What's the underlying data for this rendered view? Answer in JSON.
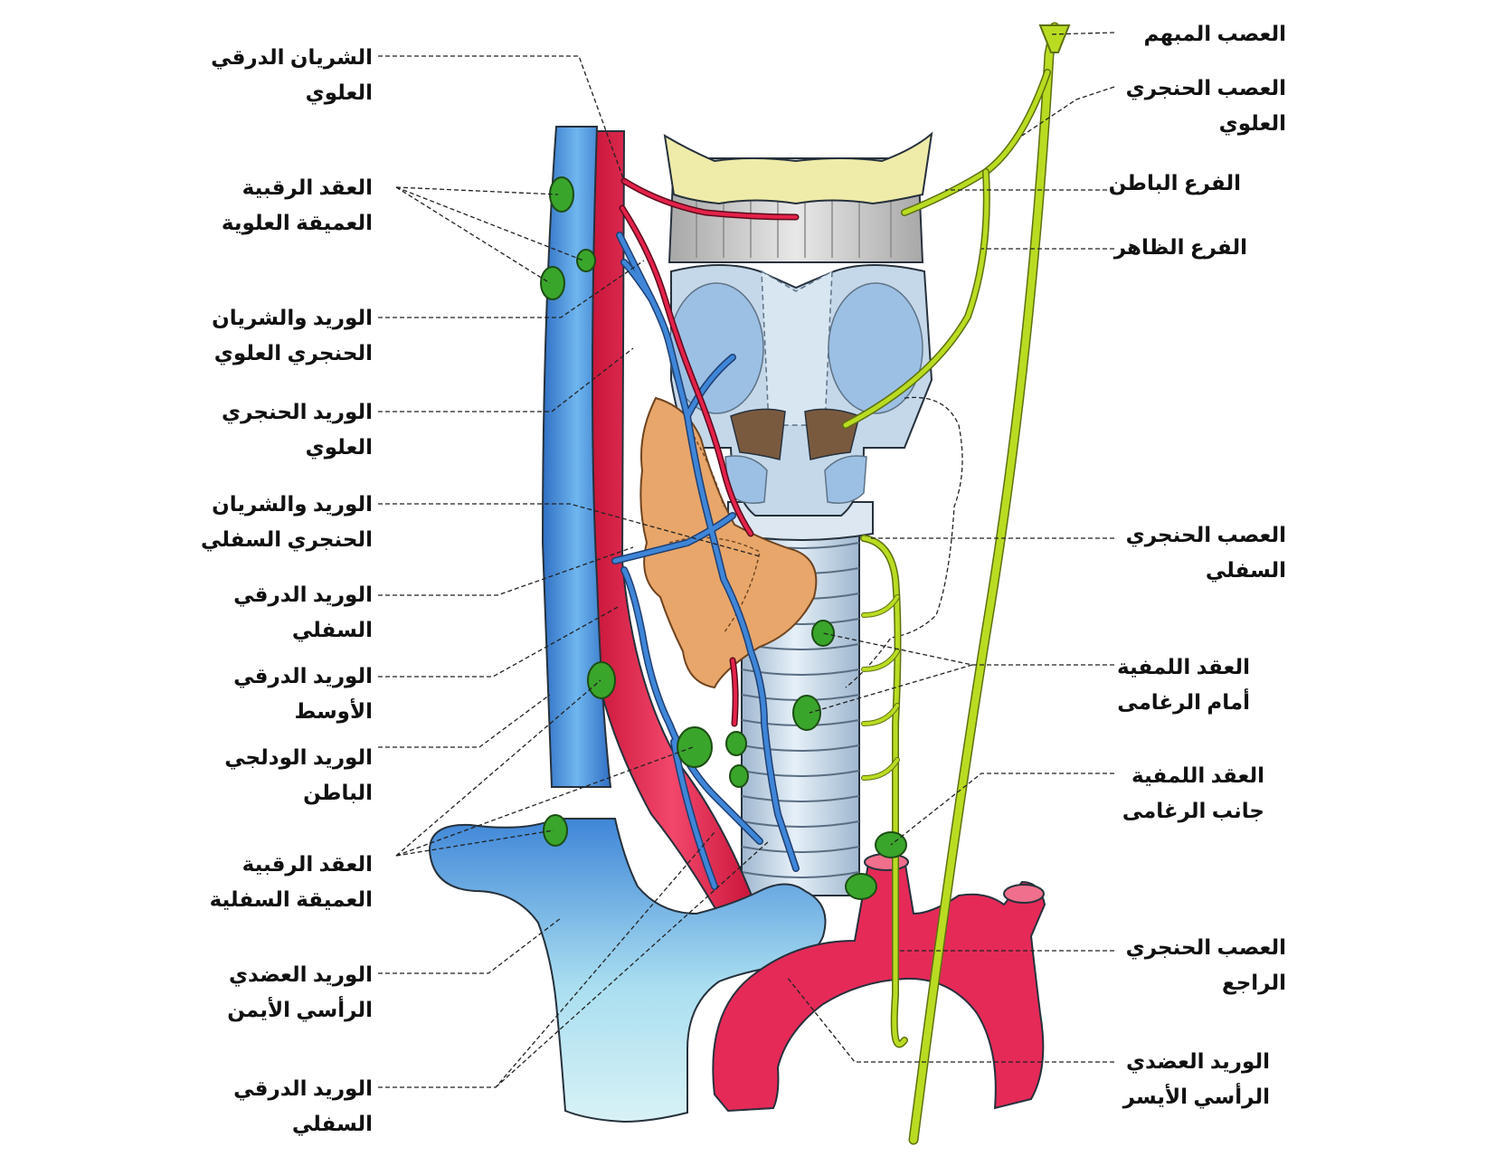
{
  "labels": {
    "left": [
      {
        "id": "sup-thyroid-artery",
        "lines": [
          "الشريان الدرقي",
          "العلوي"
        ]
      },
      {
        "id": "upper-deep-cervical-nodes",
        "lines": [
          "العقد الرقبية",
          "العميقة العلوية"
        ]
      },
      {
        "id": "sup-laryngeal-vein-artery",
        "lines": [
          "الوريد والشريان",
          "الحنجري العلوي"
        ]
      },
      {
        "id": "sup-laryngeal-vein",
        "lines": [
          "الوريد الحنجري",
          "العلوي"
        ]
      },
      {
        "id": "inf-laryngeal-vein-artery",
        "lines": [
          "الوريد والشريان",
          "الحنجري السفلي"
        ]
      },
      {
        "id": "inf-thyroid-vein-1",
        "lines": [
          "الوريد الدرقي",
          "السفلي"
        ]
      },
      {
        "id": "middle-thyroid-vein",
        "lines": [
          "الوريد الدرقي",
          "الأوسط"
        ]
      },
      {
        "id": "internal-jugular-vein",
        "lines": [
          "الوريد الودلجي",
          "الباطن"
        ]
      },
      {
        "id": "lower-deep-cervical-nodes",
        "lines": [
          "العقد الرقبية",
          "العميقة السفلية"
        ]
      },
      {
        "id": "right-brachiocephalic-vein",
        "lines": [
          "الوريد العضدي",
          "الرأسي الأيمن"
        ]
      },
      {
        "id": "inf-thyroid-vein-2",
        "lines": [
          "الوريد الدرقي",
          "السفلي"
        ]
      }
    ],
    "right": [
      {
        "id": "vagus-nerve",
        "lines": [
          "العصب المبهم"
        ]
      },
      {
        "id": "sup-laryngeal-nerve",
        "lines": [
          "العصب الحنجري",
          "العلوي"
        ]
      },
      {
        "id": "internal-branch",
        "lines": [
          "الفرع الباطن"
        ]
      },
      {
        "id": "external-branch",
        "lines": [
          "الفرع الظاهر"
        ]
      },
      {
        "id": "inf-laryngeal-nerve",
        "lines": [
          "العصب الحنجري",
          "السفلي"
        ]
      },
      {
        "id": "pretracheal-nodes",
        "lines": [
          "العقد اللمفية",
          "أمام الرغامى"
        ]
      },
      {
        "id": "paratracheal-nodes",
        "lines": [
          "العقد اللمفية",
          "جانب الرغامى"
        ]
      },
      {
        "id": "recurrent-laryngeal-nerve",
        "lines": [
          "العصب الحنجري",
          "الراجع"
        ]
      },
      {
        "id": "left-brachiocephalic-vein",
        "lines": [
          "الوريد العضدي",
          "الرأسي الأيسر"
        ]
      }
    ]
  },
  "colors": {
    "vein": "#3f86d8",
    "vein_light": "#bfe6f0",
    "artery": "#e4224a",
    "nerve": "#b9dc22",
    "lymph_node": "#3aa52b",
    "thyroid_gland": "#e9a86a",
    "cartilage": "#c9d9ea",
    "hyoid": "#eeeaa8"
  }
}
